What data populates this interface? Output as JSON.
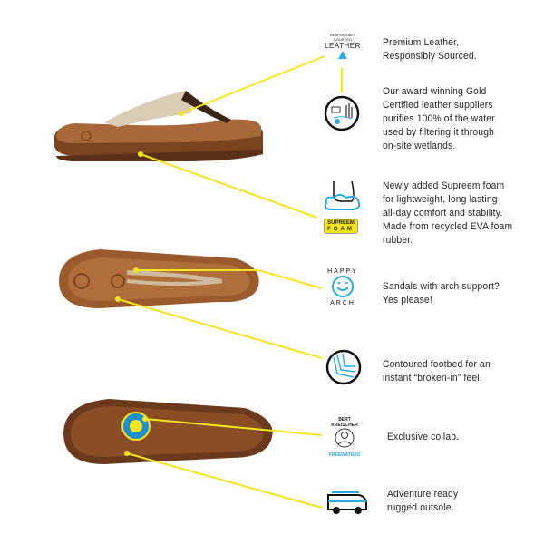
{
  "accent_colors": {
    "callout_line": "#f3e51e",
    "icon_blue": "#29abe2",
    "leather": "#8a5230"
  },
  "features": [
    {
      "icon": "leather-badge-icon",
      "icon_text": "LEATHER",
      "icon_caption": "RESPONSIBLY SOURCED",
      "text": "Premium Leather,\nResponsibly Sourced."
    },
    {
      "icon": "water-wetlands-icon",
      "text": "Our award winning Gold\nCertified leather suppliers\npurifies 100% of the water\nused by filtering it through\non-site wetlands."
    },
    {
      "icon": "foot-on-cloud-icon",
      "icon_text": "SUPREEM",
      "icon_text2": "FOAM",
      "text": "Newly added Supreem foam\nfor lightweight, long lasting\nall-day comfort and stability.\nMade from recycled EVA foam\nrubber."
    },
    {
      "icon": "happy-arch-icon",
      "icon_text": "HAPPY",
      "icon_text2": "ARCH",
      "text": "Sandals with arch support?\nYes please!"
    },
    {
      "icon": "contour-footbed-icon",
      "text": "Contoured footbed for an\ninstant “broken-in” feel."
    },
    {
      "icon": "bert-kreischer-freewaters-icon",
      "icon_text": "BERT KREISCHER",
      "icon_text2": "FREEWATERS",
      "text": "Exclusive collab."
    },
    {
      "icon": "van-icon",
      "text": "Adventure ready\nrugged outsole."
    }
  ]
}
